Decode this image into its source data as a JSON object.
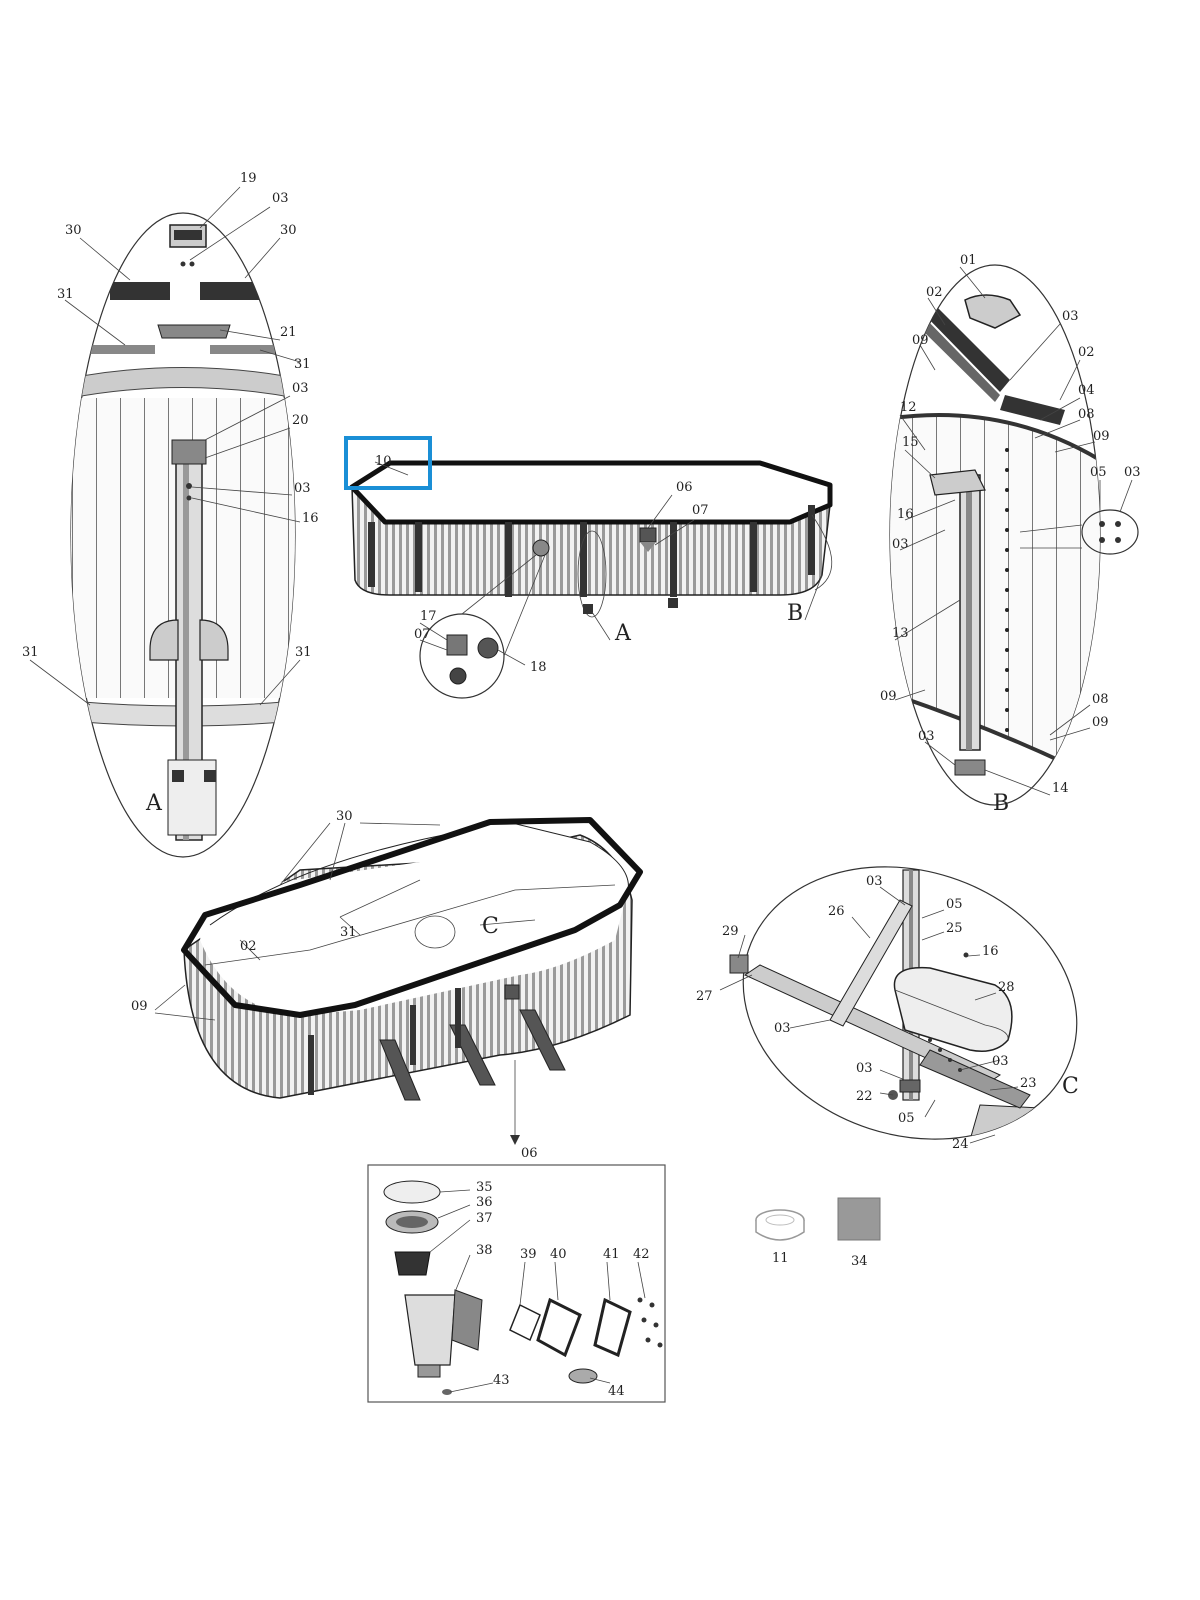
{
  "labels": {
    "19": "19",
    "03": "03",
    "30": "30",
    "31": "31",
    "21": "21",
    "20": "20",
    "16": "16",
    "01": "01",
    "02": "02",
    "09": "09",
    "04": "04",
    "08": "08",
    "12": "12",
    "15": "15",
    "05": "05",
    "13": "13",
    "14": "14",
    "10": "10",
    "06": "06",
    "07": "07",
    "17": "17",
    "18": "18",
    "22": "22",
    "26": "26",
    "25": "25",
    "29": "29",
    "27": "27",
    "28": "28",
    "23": "23",
    "24": "24",
    "35": "35",
    "36": "36",
    "37": "37",
    "38": "38",
    "39": "39",
    "40": "40",
    "41": "41",
    "42": "42",
    "43": "43",
    "44": "44",
    "11": "11",
    "34": "34"
  },
  "detail_letters": {
    "a": "A",
    "b": "B",
    "c": "C"
  },
  "highlight": {
    "color": "#1a8fd6",
    "part": "10"
  }
}
